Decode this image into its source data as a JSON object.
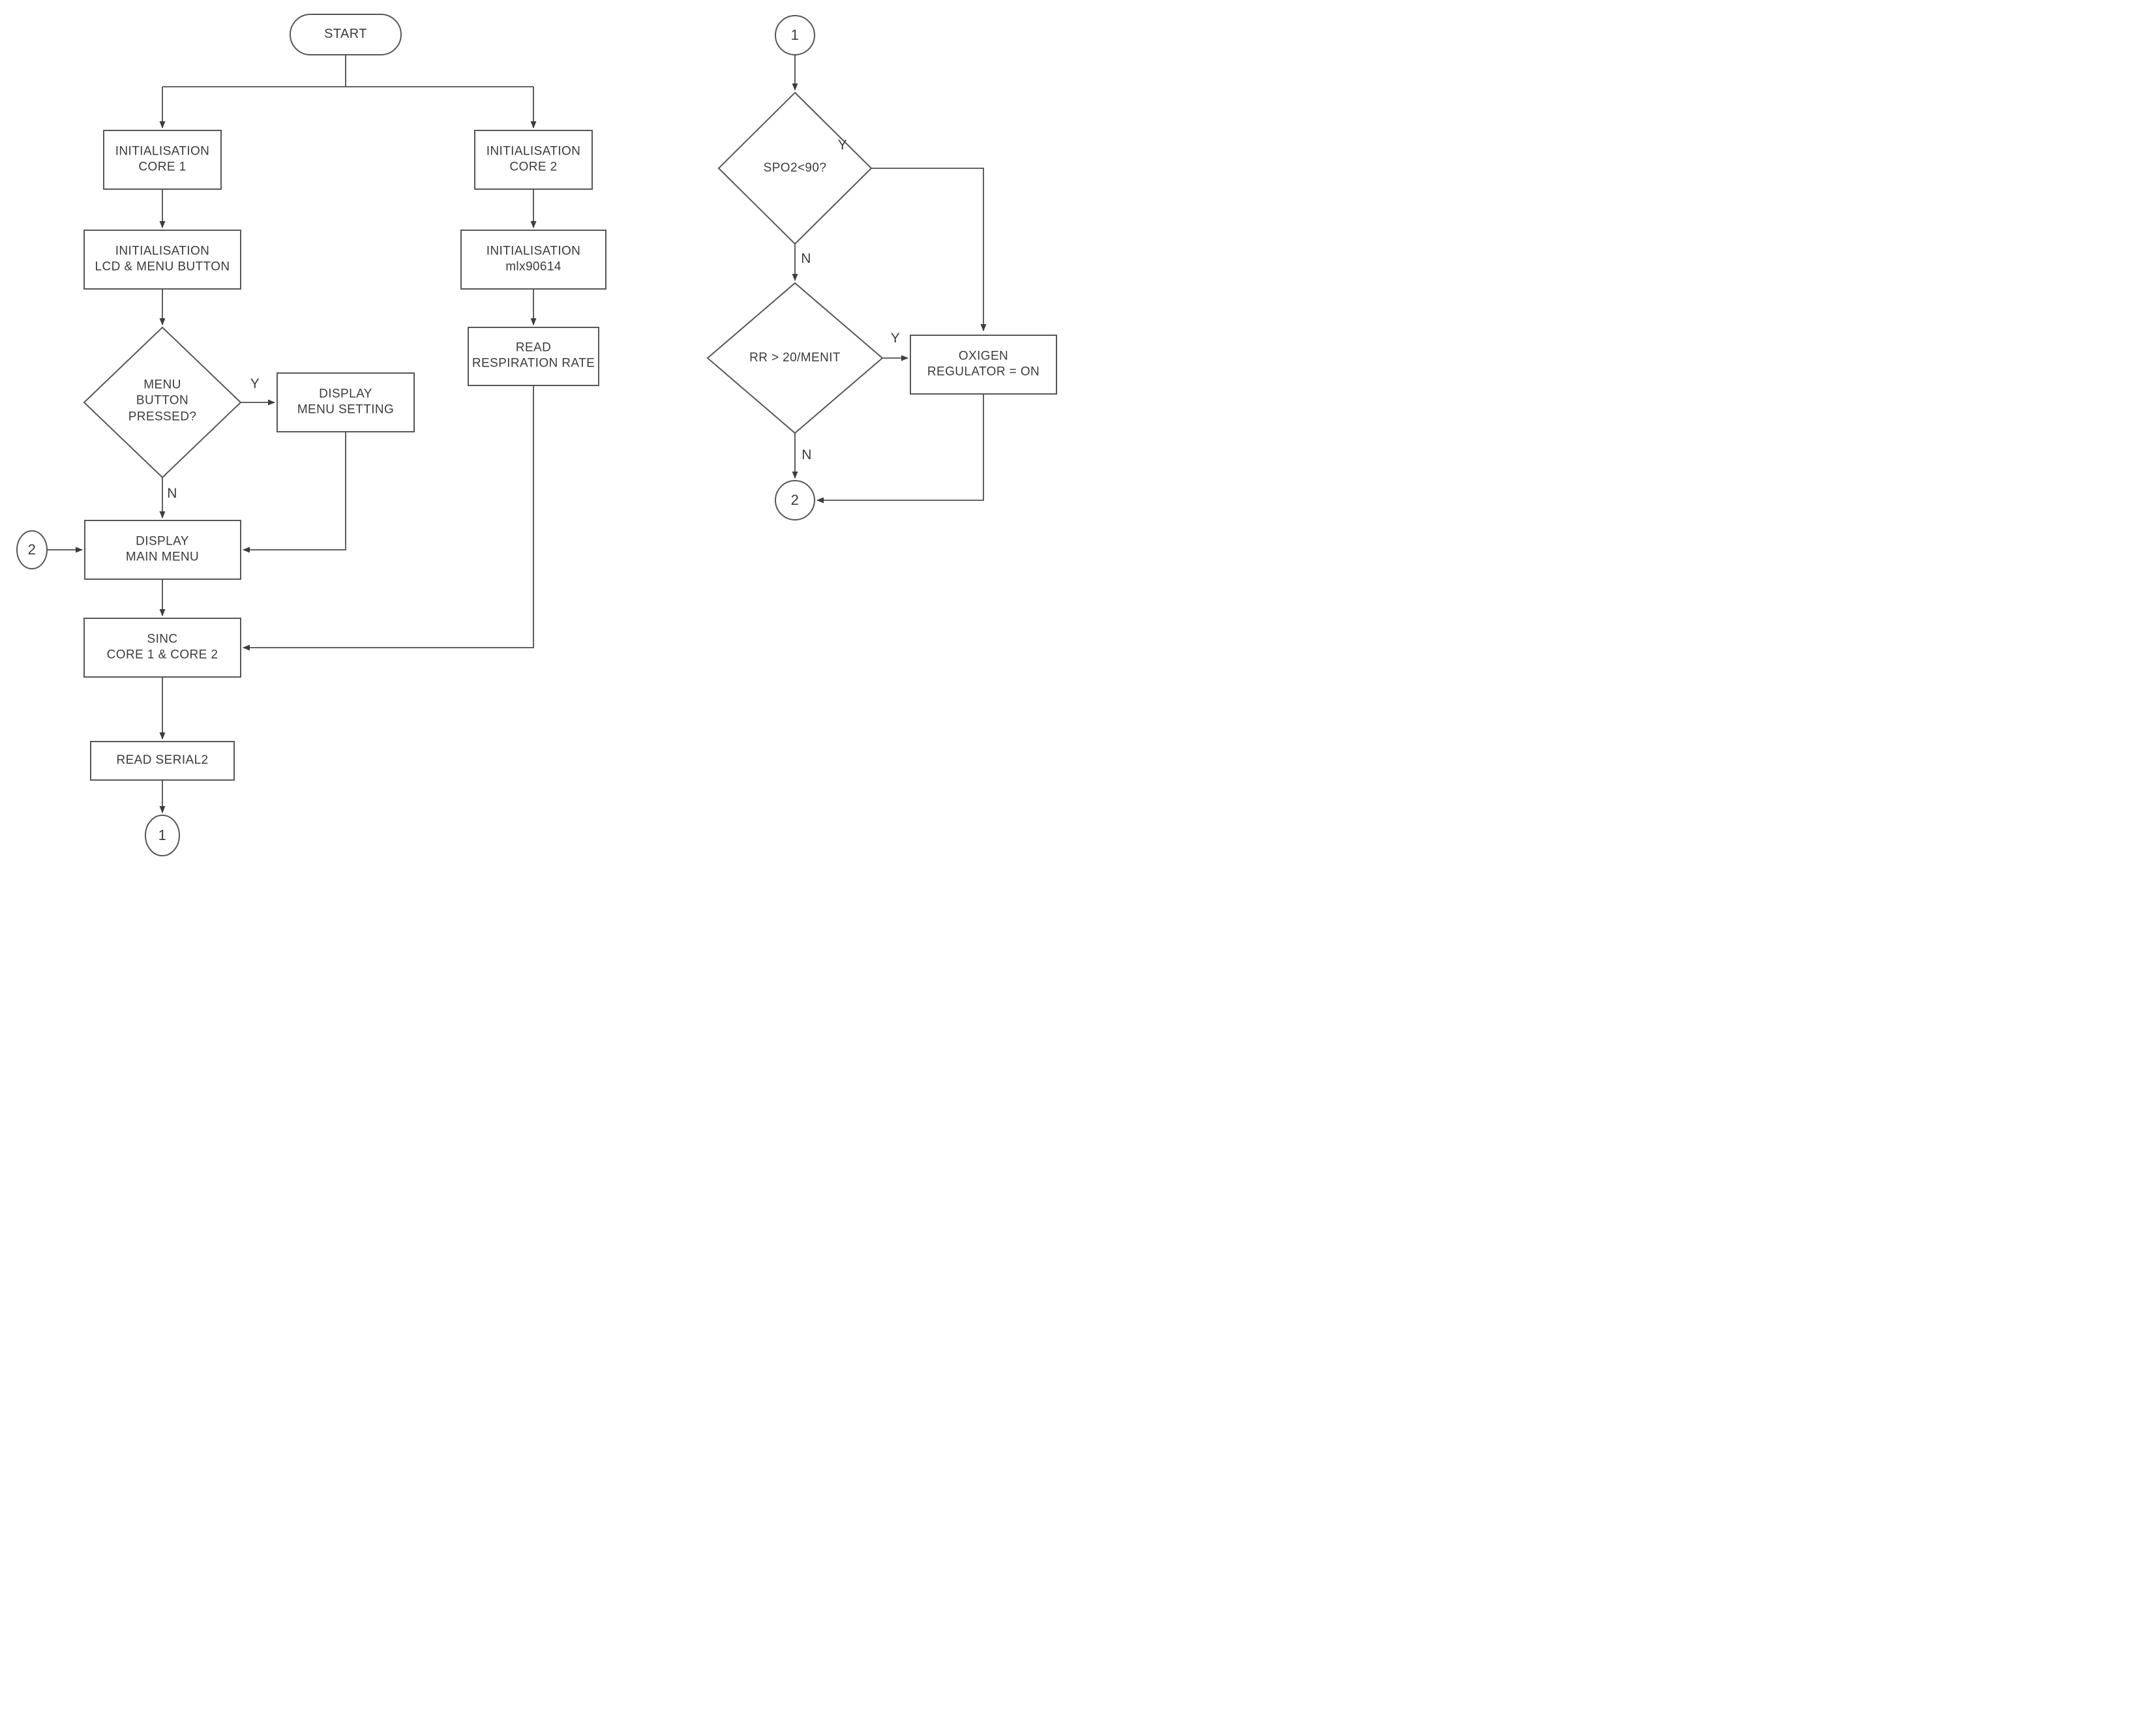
{
  "colors": {
    "line": "#4d4d4d",
    "shape_border": "#565658",
    "text": "#3b3b3d",
    "background": "#ffffff"
  },
  "flowchart_left": {
    "start": "START",
    "init_core1": {
      "line1": "INITIALISATION",
      "line2": "CORE 1"
    },
    "init_lcd": {
      "line1": "INITIALISATION",
      "line2": "LCD & MENU BUTTON"
    },
    "menu_pressed": {
      "line1": "MENU",
      "line2": "BUTTON",
      "line3": "PRESSED?"
    },
    "display_menu_setting": {
      "line1": "DISPLAY",
      "line2": "MENU SETTING"
    },
    "display_main_menu": {
      "line1": "DISPLAY",
      "line2": "MAIN MENU"
    },
    "sinc": {
      "line1": "SINC",
      "line2": "CORE 1 & CORE 2"
    },
    "read_serial2": "READ SERIAL2",
    "connector_1_bottom": "1",
    "connector_2_left": "2",
    "init_core2": {
      "line1": "INITIALISATION",
      "line2": "CORE 2"
    },
    "init_mlx": {
      "line1": "INITIALISATION",
      "line2": "mlx90614"
    },
    "read_respiration": {
      "line1": "READ",
      "line2": "RESPIRATION RATE"
    }
  },
  "flowchart_right": {
    "connector_1_top": "1",
    "spo2_check": "SPO2<90?",
    "rr_check": "RR > 20/MENIT",
    "oxigen": {
      "line1": "OXIGEN",
      "line2": "REGULATOR = ON"
    },
    "connector_2_end": "2"
  },
  "edge_labels": {
    "yes": "Y",
    "no": "N"
  }
}
